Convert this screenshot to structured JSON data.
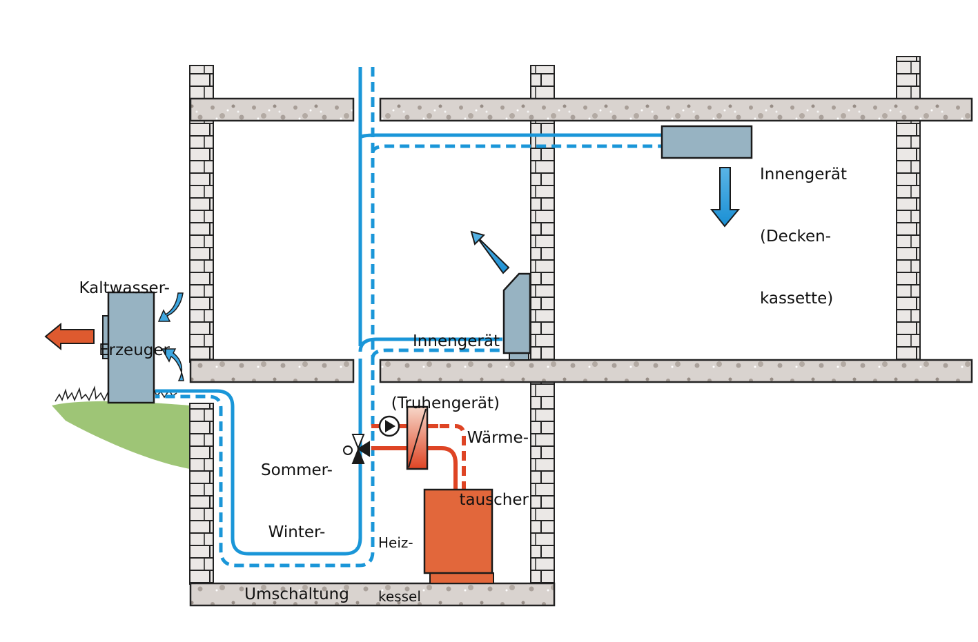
{
  "title": "Kaltwassersatz-Klimaanlage mit Sommer-Winter-Umschaltung",
  "colors": {
    "cold_pipe": "#1a96d8",
    "warm_pipe": "#de4424",
    "unit_fill": "#97b3c2",
    "boiler_fill": "#e2673b",
    "slab_fill": "#d9d3cf",
    "brick_fill": "#ebe8e6",
    "grass": "#8dbb5e",
    "outline": "#1a1a1a"
  },
  "labels": {
    "chiller": {
      "line1": "Kaltwasser-",
      "line2": "Erzeuger"
    },
    "ceiling_unit": {
      "line1": "Innengerät",
      "line2": "(Decken-",
      "line3": "kassette)"
    },
    "floor_unit": {
      "line1": "Innengerät",
      "line2": "(Truhengerät)"
    },
    "heat_exchanger": {
      "line1": "Wärme-",
      "line2": "tauscher"
    },
    "switchover": {
      "line1": "Sommer-",
      "line2": "Winter-",
      "line3": "Umschaltung"
    },
    "boiler": {
      "line1": "Heiz-",
      "line2": "kessel"
    }
  },
  "components": [
    {
      "id": "chiller",
      "icon": "chiller-unit"
    },
    {
      "id": "ceiling_unit",
      "icon": "ceiling-cassette"
    },
    {
      "id": "floor_unit",
      "icon": "floor-console"
    },
    {
      "id": "heat_exchanger",
      "icon": "plate-heat-exchanger"
    },
    {
      "id": "pump",
      "icon": "circulation-pump"
    },
    {
      "id": "three_way_valve",
      "icon": "three-way-valve"
    },
    {
      "id": "boiler",
      "icon": "heating-boiler"
    }
  ]
}
